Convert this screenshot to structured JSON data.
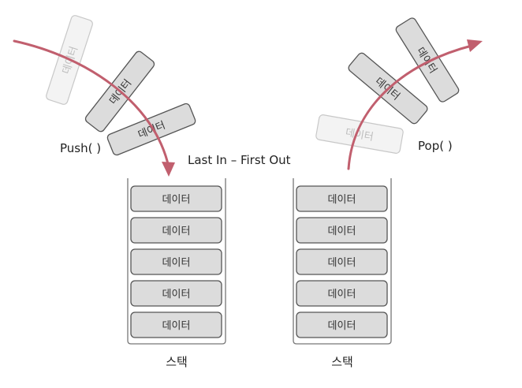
{
  "operations": {
    "push_label": "Push( )",
    "pop_label": "Pop( )"
  },
  "principle": "Last In – First Out",
  "item_label": "데이터",
  "stacks": [
    {
      "label": "스택",
      "items": [
        "데이터",
        "데이터",
        "데이터",
        "데이터",
        "데이터"
      ]
    },
    {
      "label": "스택",
      "items": [
        "데이터",
        "데이터",
        "데이터",
        "데이터",
        "데이터"
      ]
    }
  ],
  "colors": {
    "arrow": "#c15f6e",
    "box_fill": "#dcdcdc",
    "box_stroke": "#555555"
  }
}
